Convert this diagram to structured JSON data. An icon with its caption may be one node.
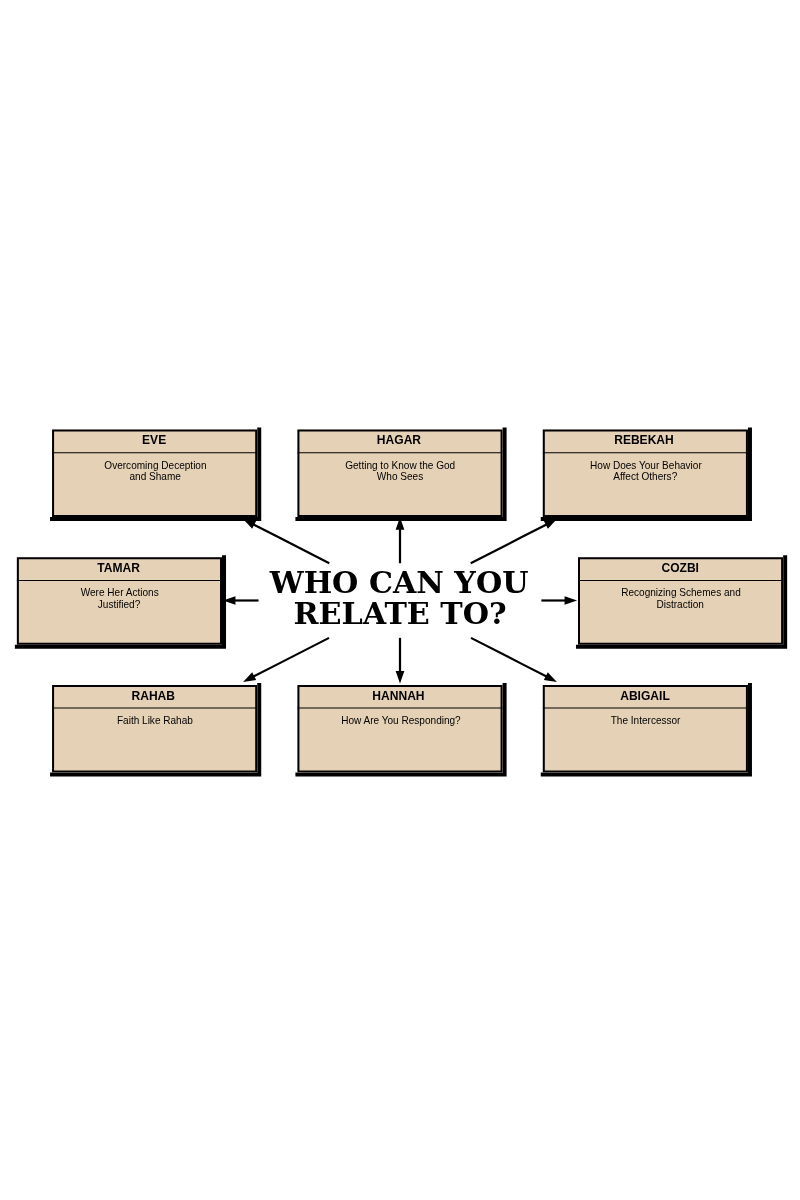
{
  "diagram": {
    "nodes": [
      {
        "text": [
          "EVE",
          "Overcoming Deception and Shame"
        ]
      },
      {
        "text": [
          "HAGAR",
          "Getting to Know the God Who Sees"
        ]
      },
      {
        "text": [
          "REBEKAH",
          "How Does Your Behavior Affect Others?"
        ]
      },
      {
        "text": [
          "TAMAR",
          "Were Her Actions Justified?"
        ]
      },
      {
        "text": [
          "WHO CAN YOU RELATE TO?"
        ]
      },
      {
        "text": [
          "COZBI",
          "Recognizing Schemes and Distraction"
        ]
      },
      {
        "text": [
          "RAHAB",
          "Faith Like Rahab"
        ]
      },
      {
        "text": [
          "HANNAH",
          "How Are You Responding?"
        ]
      },
      {
        "text": [
          "ABIGAIL",
          "The Intercessor"
        ]
      }
    ],
    "edges": [
      {
        "from": 4,
        "to": 0,
        "arrow": "to"
      },
      {
        "from": 4,
        "to": 1,
        "arrow": "to"
      },
      {
        "from": 4,
        "to": 2,
        "arrow": "to"
      },
      {
        "from": 4,
        "to": 3,
        "arrow": "to"
      },
      {
        "from": 4,
        "to": 5,
        "arrow": "to"
      },
      {
        "from": 4,
        "to": 6,
        "arrow": "to"
      },
      {
        "from": 4,
        "to": 7,
        "arrow": "to"
      },
      {
        "from": 4,
        "to": 8,
        "arrow": "to"
      }
    ]
  }
}
